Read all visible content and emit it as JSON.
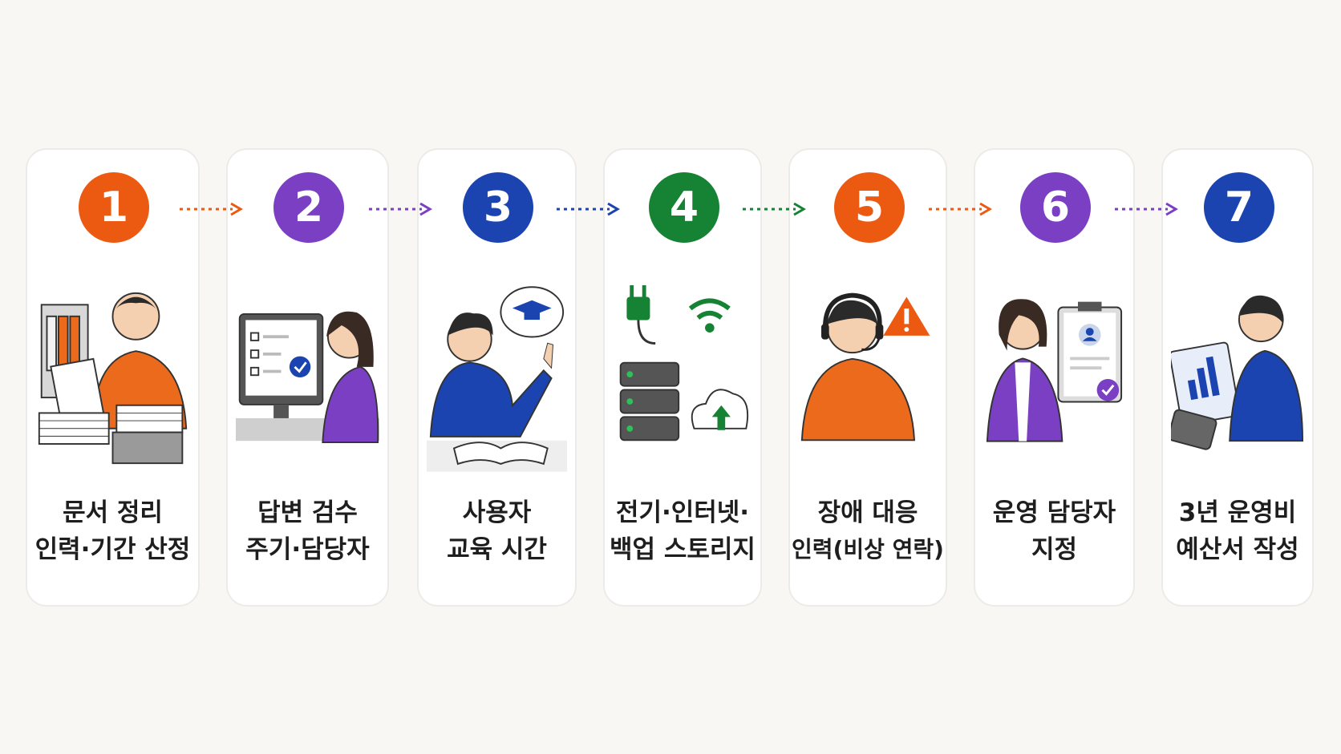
{
  "steps": [
    {
      "number": "1",
      "line1": "문서 정리",
      "line2": "인력·기간 산정",
      "color": "#ec5a12",
      "illustration": "document-organizing-person"
    },
    {
      "number": "2",
      "line1": "답변 검수",
      "line2": "주기·담당자",
      "color": "#7b3fc4",
      "illustration": "monitor-checklist-reviewer"
    },
    {
      "number": "3",
      "line1": "사용자",
      "line2": "교육 시간",
      "color": "#1b44b0",
      "illustration": "student-graduation-cap"
    },
    {
      "number": "4",
      "line1": "전기·인터넷·",
      "line2": "백업 스토리지",
      "color": "#168233",
      "illustration": "power-wifi-server-cloud"
    },
    {
      "number": "5",
      "line1": "장애 대응",
      "line2": "인력(비상 연락)",
      "color": "#ec5a12",
      "illustration": "headset-support-warning"
    },
    {
      "number": "6",
      "line1": "운영 담당자",
      "line2": "지정",
      "color": "#7b3fc4",
      "illustration": "clipboard-profile-manager"
    },
    {
      "number": "7",
      "line1": "3년 운영비",
      "line2": "예산서 작성",
      "color": "#1b44b0",
      "illustration": "budget-calculator-chart"
    }
  ],
  "arrows": [
    {
      "color": "#ec5a12"
    },
    {
      "color": "#7b3fc4"
    },
    {
      "color": "#1b44b0"
    },
    {
      "color": "#168233"
    },
    {
      "color": "#ec5a12"
    },
    {
      "color": "#7b3fc4"
    }
  ]
}
